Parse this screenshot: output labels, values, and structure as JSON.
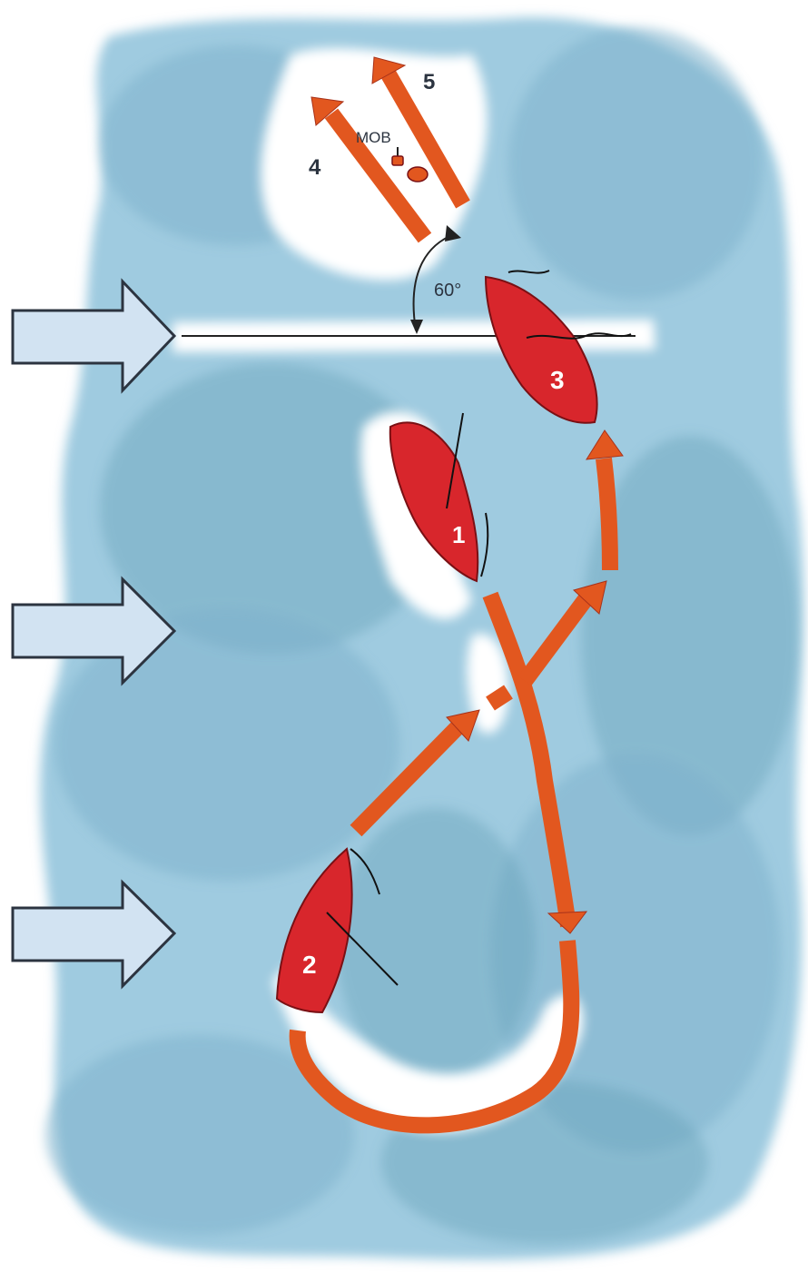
{
  "colors": {
    "water": "#9fcbe0",
    "water_dark": "#7fb3cc",
    "water_deep": "#6aa5ba",
    "boat": "#d8262c",
    "path": "#e2571f",
    "path_outline": "#a8321a",
    "wind_arrow_fill": "#d2e3f2",
    "wind_arrow_stroke": "#2c3440",
    "line": "#222222",
    "label_on_boat": "#ffffff",
    "label_text": "#2c3440"
  },
  "boats": [
    {
      "id": "boat-1",
      "label": "1"
    },
    {
      "id": "boat-2",
      "label": "2"
    },
    {
      "id": "boat-3",
      "label": "3"
    }
  ],
  "step_labels": {
    "step4": "4",
    "step5": "5"
  },
  "mob_label": "MOB",
  "angle_label": "60°",
  "wind_arrows": [
    "wind-arrow-top",
    "wind-arrow-middle",
    "wind-arrow-bottom"
  ]
}
